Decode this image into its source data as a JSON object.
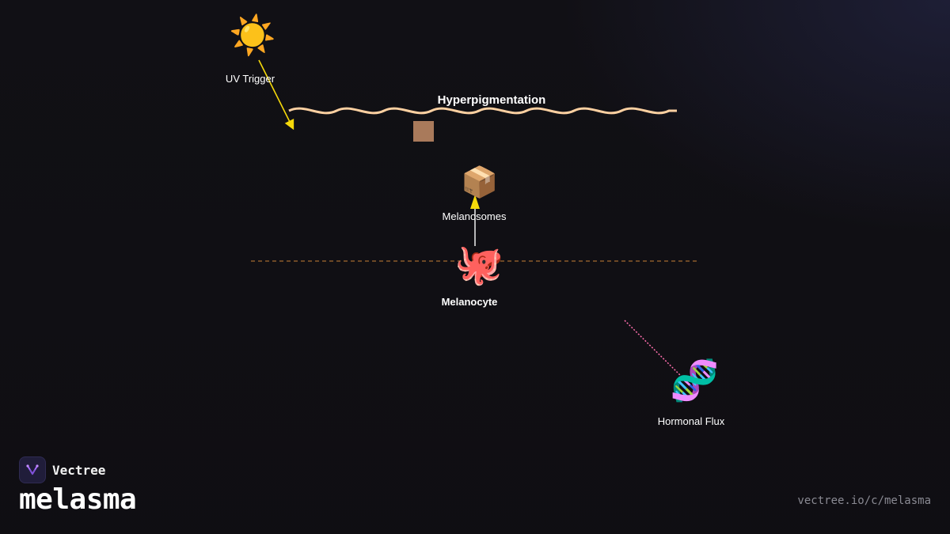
{
  "nodes": {
    "uv_trigger": {
      "icon": "sun-icon",
      "glyph": "☀️",
      "label": "UV Trigger"
    },
    "hyperpigmentation": {
      "label": "Hyperpigmentation",
      "color": "#fcd0a1"
    },
    "melanosomes": {
      "icon": "package-icon",
      "glyph": "📦",
      "label": "Melanosomes"
    },
    "melanocyte": {
      "icon": "octopus-icon",
      "glyph": "🐙",
      "label": "Melanocyte"
    },
    "hormonal_flux": {
      "icon": "dna-icon",
      "glyph": "🧬",
      "label": "Hormonal Flux"
    }
  },
  "colors": {
    "arrow_yellow": "#f5d90a",
    "dashed_membrane": "#8a5a2b",
    "hormone_link": "#ff6fae",
    "skin_swatch": "#a97a5b"
  },
  "brand": {
    "name": "Vectree",
    "icon": "vectree-logo-icon"
  },
  "topic": "melasma",
  "url": "vectree.io/c/melasma"
}
